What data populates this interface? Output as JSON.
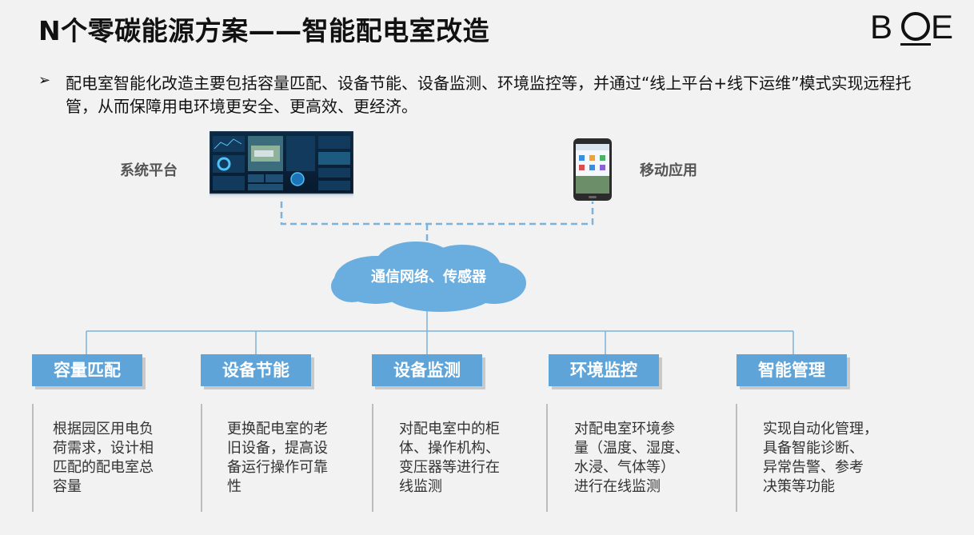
{
  "header": {
    "title": "N个零碳能源方案——智能配电室改造",
    "logo": "BOE"
  },
  "intro": {
    "bullet": "➢",
    "text": "配电室智能化改造主要包括容量匹配、设备节能、设备监测、环境监控等，并通过“线上平台+线下运维”模式实现远程托管，从而保障用电环境更安全、更高效、更经济。"
  },
  "diagram": {
    "platform_label": "系统平台",
    "mobile_label": "移动应用",
    "network_label": "通信网络、传感器",
    "colors": {
      "accent": "#5ea4d9",
      "cloud": "#6aaee0",
      "line": "#7db3da"
    }
  },
  "categories": [
    {
      "title": "容量匹配",
      "desc": [
        "根据园区用电负",
        "荷需求，设计相",
        "匹配的配电室总",
        "容量"
      ]
    },
    {
      "title": "设备节能",
      "desc": [
        "更换配电室的老",
        "旧设备，提高设",
        "备运行操作可靠",
        "性"
      ]
    },
    {
      "title": "设备监测",
      "desc": [
        "对配电室中的柜",
        "体、操作机构、",
        "变压器等进行在",
        "线监测"
      ]
    },
    {
      "title": "环境监控",
      "desc": [
        "对配电室环境参",
        "量（温度、湿度、",
        "水浸、气体等）",
        "进行在线监测"
      ]
    },
    {
      "title": "智能管理",
      "desc": [
        "实现自动化管理，",
        "具备智能诊断、",
        "异常告警、参考",
        "决策等功能"
      ]
    }
  ]
}
